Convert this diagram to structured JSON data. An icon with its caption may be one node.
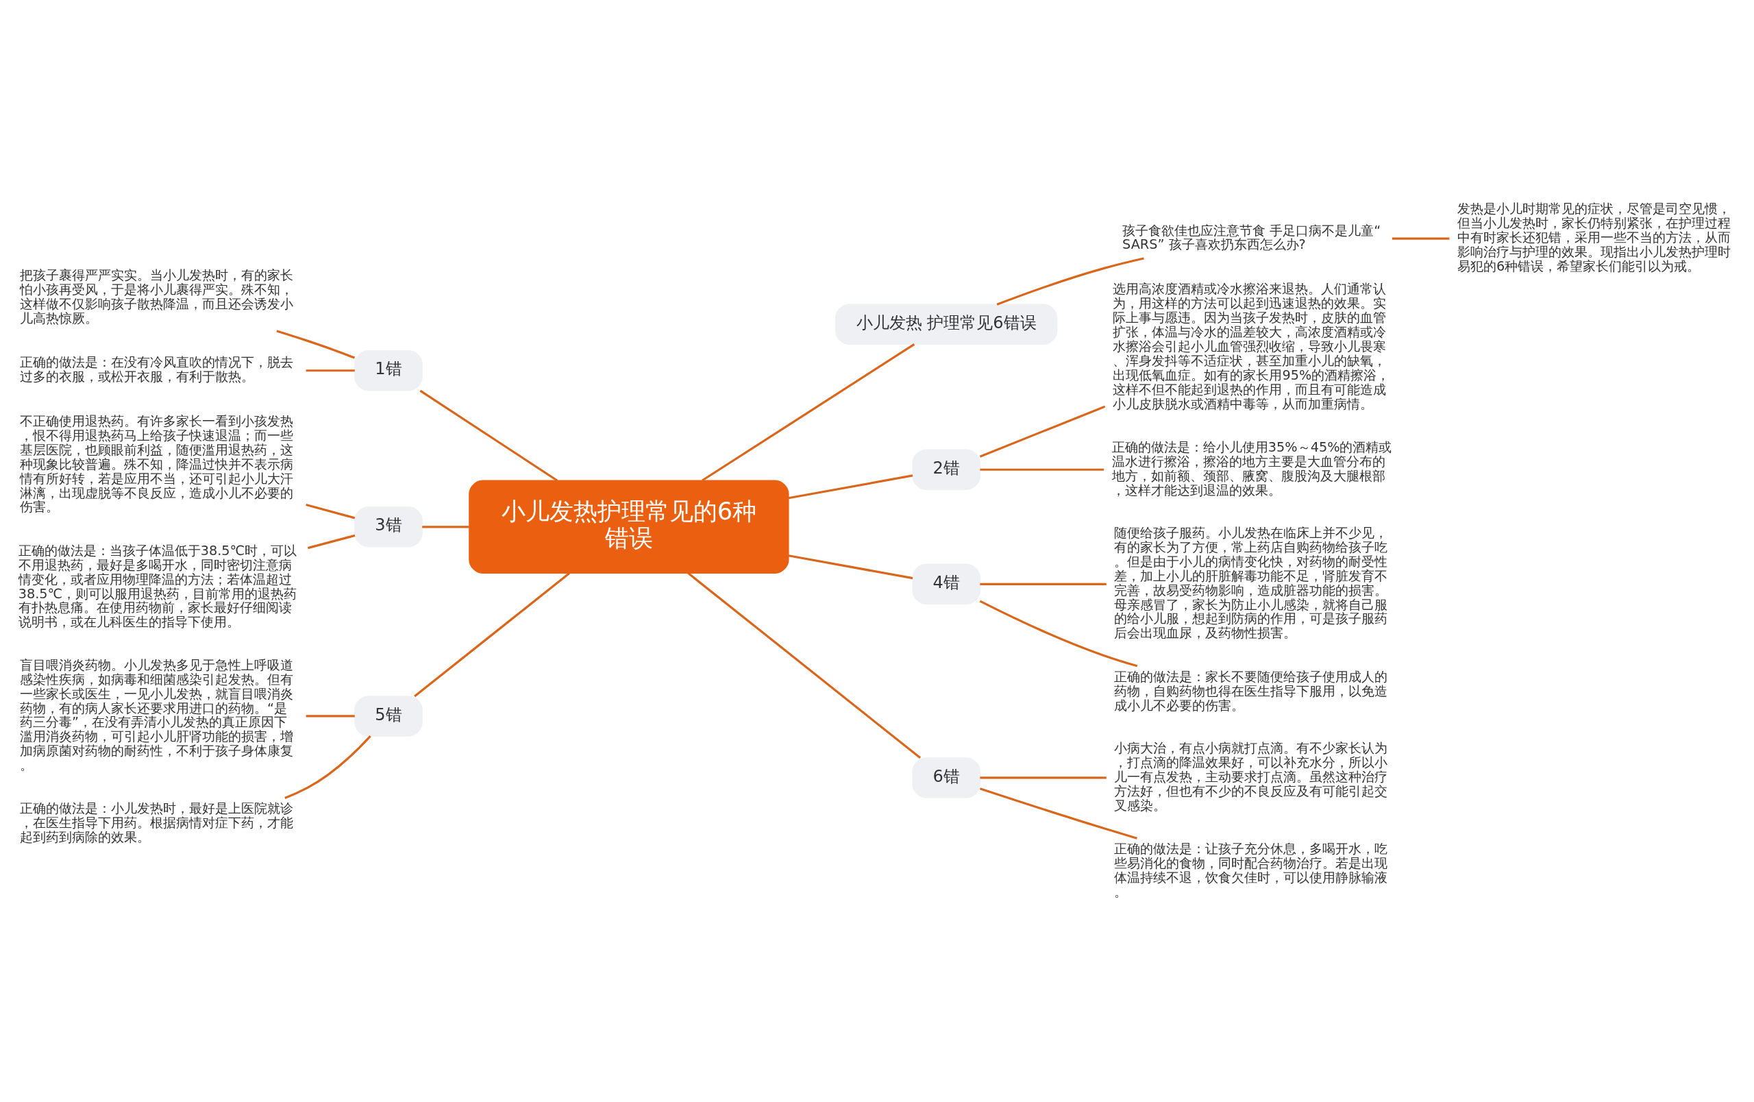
{
  "diagram": {
    "nodes": [
      {
        "text": [
          "小儿发热护理常见的6种错误"
        ]
      },
      {
        "text": [
          "小儿发热 护理常见6错误"
        ]
      },
      {
        "text": [
          "孩子食欲佳也应注意节食 手足口病不是儿童“SARS” 孩子喜欢扔东西怎么办?"
        ]
      },
      {
        "text": [
          "发热是小儿时期常见的症状，尽管是司空见惯，但当小儿发热时，家长仍特别紧张，在护理过程中有时家长还犯错，采用一些不当的方法，从而影响治疗与护理的效果。现指出小儿发热护理时易犯的6种错误，希望家长们能引以为戒。"
        ]
      },
      {
        "text": [
          "1错"
        ]
      },
      {
        "text": [
          "把孩子裹得严严实实。当小儿发热时，有的家长怕小孩再受风，于是将小儿裹得严实。殊不知，这样做不仅影响孩子散热降温，而且还会诱发小儿高热惊厥。"
        ]
      },
      {
        "text": [
          "正确的做法是：在没有冷风直吹的情况下，脱去过多的衣服，或松开衣服，有利于散热。"
        ]
      },
      {
        "text": [
          "2错"
        ]
      },
      {
        "text": [
          "选用高浓度酒精或冷水擦浴来退热。人们通常认为，用这样的方法可以起到迅速退热的效果。实际上事与愿违。因为当孩子发热时，皮肤的血管扩张，体温与冷水的温差较大，高浓度酒精或冷水擦浴会引起小儿血管强烈收缩，导致小儿畏寒、浑身发抖等不适症状，甚至加重小儿的缺氧，出现低氧血症。如有的家长用95%的酒精擦浴，这样不但不能起到退热的作用，而且有可能造成小儿皮肤脱水或酒精中毒等，从而加重病情。"
        ]
      },
      {
        "text": [
          "正确的做法是：给小儿使用35%～45%的酒精或温水进行擦浴，擦浴的地方主要是大血管分布的地方，如前额、颈部、腋窝、腹股沟及大腿根部，这样才能达到退温的效果。"
        ]
      },
      {
        "text": [
          "3错"
        ]
      },
      {
        "text": [
          "不正确使用退热药。有许多家长一看到小孩发热，恨不得用退热药马上给孩子快速退温；而一些基层医院，也顾眼前利益，随便滥用退热药，这种现象比较普遍。殊不知，降温过快并不表示病情有所好转，若是应用不当，还可引起小儿大汗淋漓，出现虚脱等不良反应，造成小儿不必要的伤害。"
        ]
      },
      {
        "text": [
          "正确的做法是：当孩子体温低于38.5℃时，可以不用退热药，最好是多喝开水，同时密切注意病情变化，或者应用物理降温的方法；若体温超过38.5℃，则可以服用退热药，目前常用的退热药有扑热息痛。在使用药物前，家长最好仔细阅读说明书，或在儿科医生的指导下使用。"
        ]
      },
      {
        "text": [
          "4错"
        ]
      },
      {
        "text": [
          "随便给孩子服药。小儿发热在临床上并不少见，有的家长为了方便，常上药店自购药物给孩子吃。但是由于小儿的病情变化快，对药物的耐受性差，加上小儿的肝脏解毒功能不足，肾脏发育不完善，故易受药物影响，造成脏器功能的损害。母亲感冒了，家长为防止小儿感染，就将自己服的给小儿服，想起到防病的作用，可是孩子服药后会出现血尿，及药物性损害。"
        ]
      },
      {
        "text": [
          "正确的做法是：家长不要随便给孩子使用成人的药物，自购药物也得在医生指导下服用，以免造成小儿不必要的伤害。"
        ]
      },
      {
        "text": [
          "5错"
        ]
      },
      {
        "text": [
          "盲目喂消炎药物。小儿发热多见于急性上呼吸道感染性疾病，如病毒和细菌感染引起发热。但有一些家长或医生，一见小儿发热，就盲目喂消炎药物，有的病人家长还要求用进口的药物。“是药三分毒”，在没有弄清小儿发热的真正原因下滥用消炎药物，可引起小儿肝肾功能的损害，增加病原菌对药物的耐药性，不利于孩子身体康复。"
        ]
      },
      {
        "text": [
          "正确的做法是：小儿发热时，最好是上医院就诊，在医生指导下用药。根据病情对症下药，才能起到药到病除的效果。"
        ]
      },
      {
        "text": [
          "6错"
        ]
      },
      {
        "text": [
          "小病大治，有点小病就打点滴。有不少家长认为，打点滴的降温效果好，可以补充水分，所以小儿一有点发热，主动要求打点滴。虽然这种治疗方法好，但也有不少的不良反应及有可能引起交叉感染。"
        ]
      },
      {
        "text": [
          "正确的做法是：让孩子充分休息，多喝开水，吃些易消化的食物，同时配合药物治疗。若是出现体温持续不退，饮食欠佳时，可以使用静脉输液。"
        ]
      }
    ],
    "edges": [
      {
        "from": 0,
        "to": 1,
        "arrow": "none"
      },
      {
        "from": 1,
        "to": 2,
        "arrow": "none"
      },
      {
        "from": 2,
        "to": 3,
        "arrow": "none"
      },
      {
        "from": 0,
        "to": 4,
        "arrow": "none"
      },
      {
        "from": 4,
        "to": 5,
        "arrow": "none"
      },
      {
        "from": 4,
        "to": 6,
        "arrow": "none"
      },
      {
        "from": 0,
        "to": 7,
        "arrow": "none"
      },
      {
        "from": 7,
        "to": 8,
        "arrow": "none"
      },
      {
        "from": 7,
        "to": 9,
        "arrow": "none"
      },
      {
        "from": 0,
        "to": 10,
        "arrow": "none"
      },
      {
        "from": 10,
        "to": 11,
        "arrow": "none"
      },
      {
        "from": 10,
        "to": 12,
        "arrow": "none"
      },
      {
        "from": 0,
        "to": 13,
        "arrow": "none"
      },
      {
        "from": 13,
        "to": 14,
        "arrow": "none"
      },
      {
        "from": 13,
        "to": 15,
        "arrow": "none"
      },
      {
        "from": 0,
        "to": 16,
        "arrow": "none"
      },
      {
        "from": 16,
        "to": 17,
        "arrow": "none"
      },
      {
        "from": 16,
        "to": 18,
        "arrow": "none"
      },
      {
        "from": 0,
        "to": 19,
        "arrow": "none"
      },
      {
        "from": 19,
        "to": 20,
        "arrow": "none"
      },
      {
        "from": 19,
        "to": 21,
        "arrow": "none"
      }
    ]
  }
}
